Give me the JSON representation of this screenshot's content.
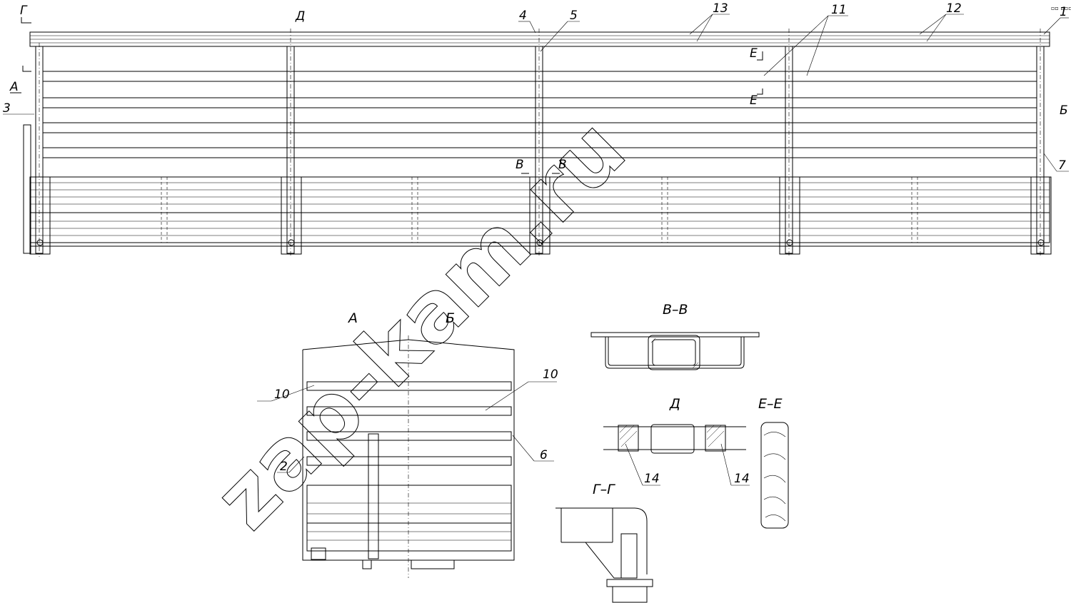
{
  "watermark": "zap-kam.ru",
  "top_view": {
    "section_marks": {
      "g_left": "Г",
      "a_left": "А",
      "b_right": "Б",
      "d_top": "Д",
      "v_left": "В",
      "v_right": "В",
      "e_top": "Е",
      "e_bottom": "Е"
    },
    "callouts": {
      "c1": "1",
      "c3": "3",
      "c4": "4",
      "c5": "5",
      "c7": "7",
      "c11": "11",
      "c12": "12",
      "c13": "13"
    },
    "corner_mark": "▫▫ ▫▫▫"
  },
  "view_a": {
    "title_a": "А",
    "title_b": "Б",
    "callouts": {
      "c10_left": "10",
      "c10_right": "10",
      "c2": "2",
      "c6": "6"
    }
  },
  "section_vv": {
    "title": "В–В"
  },
  "detail_d": {
    "title": "Д",
    "callout_left": "14",
    "callout_right": "14"
  },
  "section_ee": {
    "title": "Е–Е"
  },
  "section_gg": {
    "title": "Г–Г"
  }
}
